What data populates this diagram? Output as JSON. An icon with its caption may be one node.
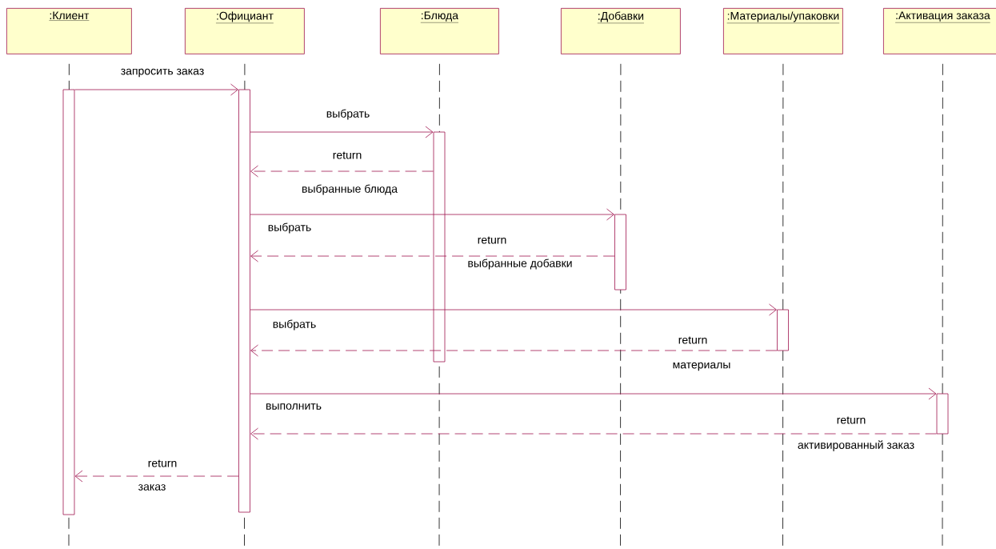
{
  "diagram": {
    "nodes": [
      {
        "text": [
          ":Клиент"
        ]
      },
      {
        "text": [
          ":Официант"
        ]
      },
      {
        "text": [
          ":Блюда"
        ]
      },
      {
        "text": [
          ":Добавки"
        ]
      },
      {
        "text": [
          ":Материалы/упаковки"
        ]
      },
      {
        "text": [
          ":Активация заказа"
        ]
      },
      {
        "text": [],
        "shape": "bar"
      },
      {
        "text": [],
        "shape": "bar"
      },
      {
        "text": [],
        "shape": "bar"
      },
      {
        "text": [],
        "shape": "bar"
      },
      {
        "text": [],
        "shape": "bar"
      },
      {
        "text": [],
        "shape": "bar"
      }
    ],
    "edges": [
      {
        "from": 6,
        "to": 7,
        "arrow": "to",
        "label": "запросить заказ"
      },
      {
        "from": 7,
        "to": 8,
        "arrow": "to",
        "label": "выбрать"
      },
      {
        "from": 8,
        "to": 7,
        "arrow": "to",
        "label": "return",
        "style": "dashed"
      },
      {
        "from": 7,
        "to": 9,
        "arrow": "to",
        "label": "выбрать"
      },
      {
        "from": 9,
        "to": 7,
        "arrow": "to",
        "label": "return",
        "style": "dashed"
      },
      {
        "from": 7,
        "to": 10,
        "arrow": "to",
        "label": "выбрать"
      },
      {
        "from": 10,
        "to": 7,
        "arrow": "to",
        "label": "return",
        "style": "dashed"
      },
      {
        "from": 7,
        "to": 11,
        "arrow": "to",
        "label": "выполнить"
      },
      {
        "from": 11,
        "to": 7,
        "arrow": "to",
        "label": "return",
        "style": "dashed"
      },
      {
        "from": 7,
        "to": 6,
        "arrow": "to",
        "label": "return",
        "style": "dashed"
      }
    ],
    "labels": [
      "выбранные блюда",
      "выбранные добавки",
      "материалы",
      "активированный заказ",
      "заказ"
    ]
  }
}
